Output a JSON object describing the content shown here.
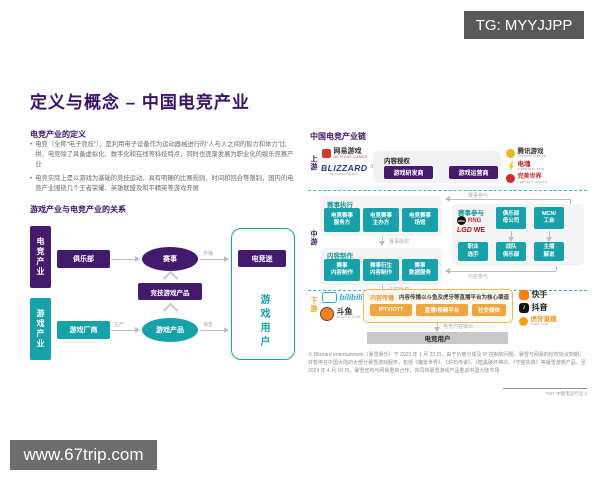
{
  "overlay": {
    "tg_badge": "TG: MYYJJPP",
    "watermark": "www.67trip.com"
  },
  "title": "定义与概念 – 中国电竞产业",
  "definition": {
    "heading": "电竞产业的定义",
    "bullets": [
      "电竞（全称“电子竞技”），是利用电子设备作为运动器械进行的“人与人之间的智力和体力”比拼，电竞除了具备虚拟化、数字化和在线等科技特点，同时也逐渐发展为职业化的娱乐竞赛产业",
      "电竞实际上是以游戏为基础的竞技运动，具有明确的比赛规则、时间和回合等限制，国内的电竞产业围绕几个王者荣耀、英雄联盟及和平精英等游戏开展"
    ]
  },
  "relationship": {
    "heading": "游戏产业与电竞产业的关系",
    "esports_industry": "电竞产业",
    "game_industry": "游戏产业",
    "club": "俱乐部",
    "event": "赛事",
    "esports_fan": "电竞迷",
    "competitive_product": "竞技游戏产品",
    "game_maker": "游戏厂商",
    "game_product": "游戏产品",
    "game_user": "游戏用户",
    "label_spread": "传播",
    "label_produce": "生产",
    "label_sell": "销售"
  },
  "chain": {
    "heading": "中国电竞产业链",
    "upstream": {
      "stage": "上游",
      "license_title": "内容授权",
      "developer": "游戏研发商",
      "operator": "游戏运营商",
      "logos_left": {
        "netease": "网易游戏",
        "netease_sub": "NETEASE GAMES",
        "blizzard": "BLIZZARD",
        "blizzard_sub": "ENTERTAINMENT",
        "blizzard_note": "①"
      },
      "logos_right": {
        "tencent": "腾讯游戏",
        "tencent_sub": "Tencent Games",
        "dianhun": "电魂",
        "dianhun_sub": "electronic soul",
        "perfect": "完美世界",
        "perfect_sub": "PERFECT WORLD"
      }
    },
    "midstream": {
      "stage": "中游",
      "exec_title": "赛事执行",
      "exec_items": [
        "电竞赛事\n服务方",
        "电竞赛事\n主办方",
        "电竞赛事\n场馆"
      ],
      "label_event_rights": "赛事版权",
      "content_title": "内容制作",
      "content_items": [
        "赛事\n内容制作",
        "赛事衍生\n内容制作",
        "赛事\n数据服务"
      ],
      "label_content_rights": "内容版权",
      "participate_title": "赛事参与",
      "label_event_join": "赛事参与",
      "label_content_join": "内容参与",
      "club_logos": [
        "EDG",
        "RNG",
        "LGD",
        "WE"
      ],
      "parent_company": "俱乐部\n母公司",
      "mcn": "MCN/\n工会",
      "players": "职业\n选手",
      "teams": "战队\n俱乐部",
      "casters": "主播\n解说"
    },
    "downstream": {
      "stage": "下游",
      "spread_title": "内容传播",
      "spread_desc": "内容传播以斗鱼及虎牙等直播平台为核心渠道",
      "channels": [
        "IPTV/OTT",
        "直播/视频平台",
        "社交媒体"
      ],
      "label_output": "电竞内容输出",
      "user_bar": "电竞用户",
      "logos_left": {
        "bilibili": "bilibili",
        "douyu": "斗鱼",
        "douyu_sub": "DOUYU.COM"
      },
      "logos_right": {
        "kuaishou": "快手",
        "douyin": "抖音",
        "huya": "虎牙直播",
        "huya_sub": "huya.com"
      }
    },
    "footnote": "① Blizzard entertainment（暴雪娱乐）于 2023 年 1 月 23 日，由于价格分成及 IP 控制权问题，暴雪与网易的授权协议到期，并暂停在中国大陆的大部分暴雪游戏服务，包括《魔兽世界》、《炉石传说》、《暗黑破坏神3》、《守望先锋》等暴雪游戏产品。至 2024 年 4 月 10 日，暴雪宣布与网易重启合作，共同将暴雪游戏产品重返中国大陆市场",
    "footer_ref": "TMT·中国电竞行业 4"
  },
  "colors": {
    "purple": "#441a6d",
    "teal": "#16a2a8",
    "orange": "#f2a43e",
    "badge_gray": "#595959"
  }
}
